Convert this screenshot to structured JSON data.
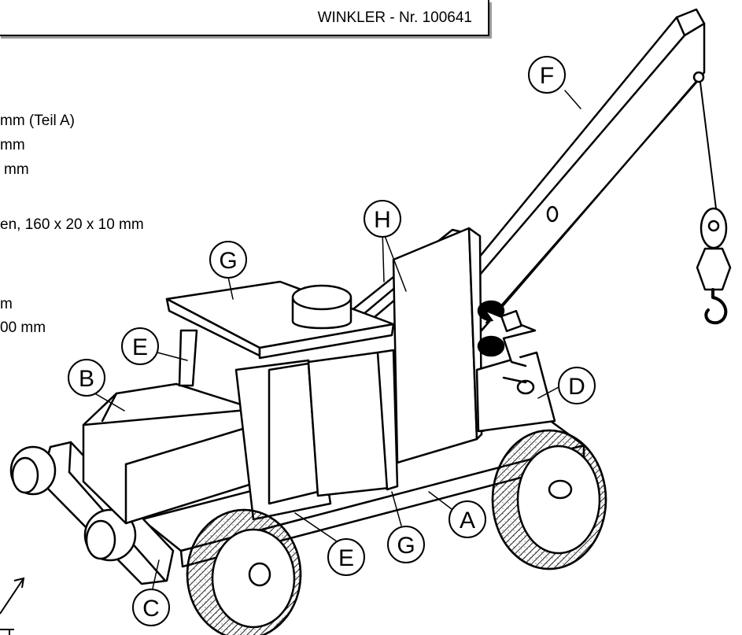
{
  "header": {
    "title": "WINKLER - Nr. 100641"
  },
  "parts_list": [
    "mm (Teil A)",
    "mm",
    " mm",
    "en, 160 x 20 x 10 mm",
    "m",
    "00 mm"
  ],
  "part_labels": {
    "a": "A",
    "b": "B",
    "c": "C",
    "d": "D",
    "e1": "E",
    "e2": "E",
    "f": "F",
    "g1": "G",
    "g2": "G",
    "h": "H"
  }
}
